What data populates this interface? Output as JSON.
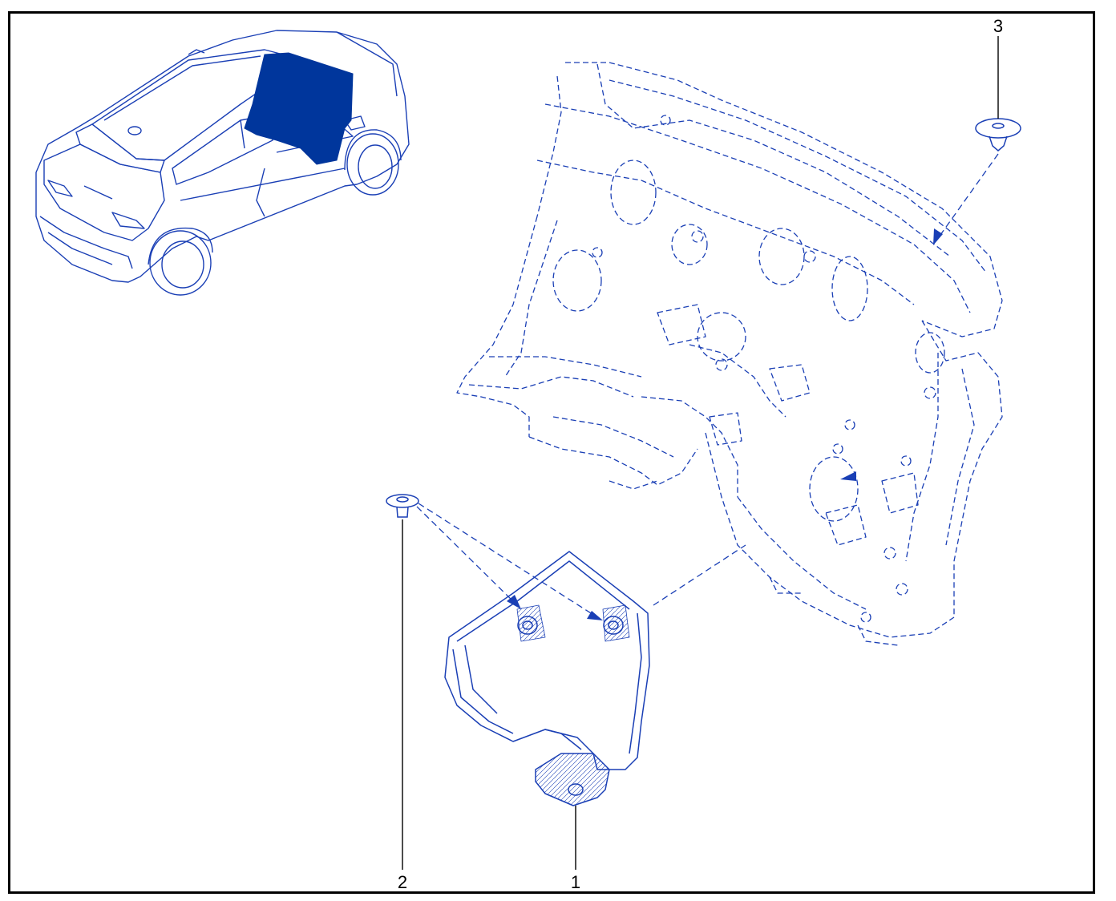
{
  "diagram": {
    "callouts": [
      {
        "id": "1",
        "label": "1"
      },
      {
        "id": "2",
        "label": "2"
      },
      {
        "id": "3",
        "label": "3"
      }
    ]
  },
  "colors": {
    "line": "#1a3fb5",
    "fill_highlight": "#00369c",
    "frame": "#000000"
  }
}
